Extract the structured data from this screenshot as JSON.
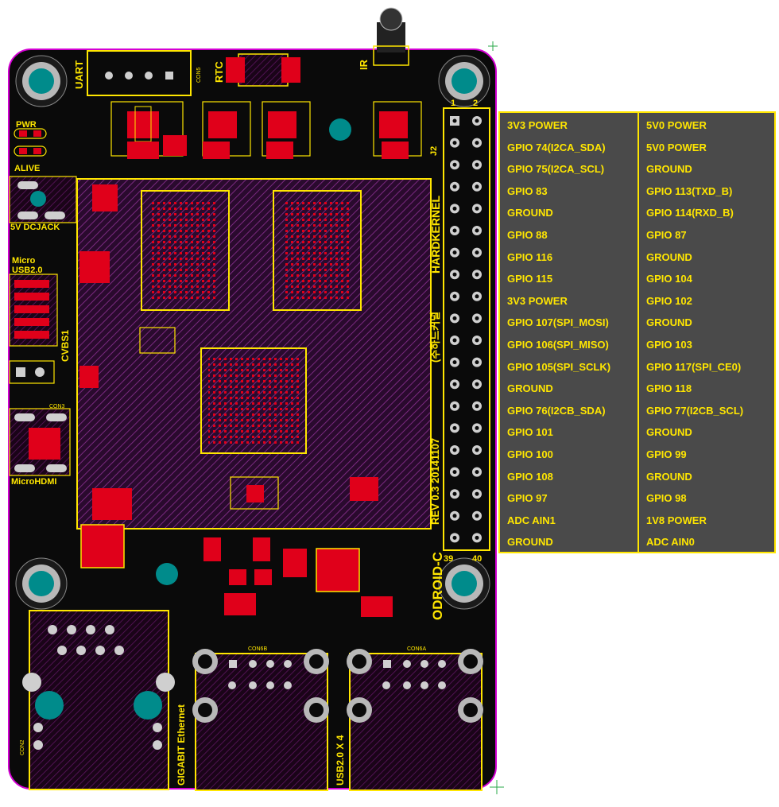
{
  "board": {
    "name": "ODROID-C",
    "revision": "REV 0.3 20141107",
    "maker_en": "HARDKERNEL",
    "maker_ko": "(주하드커널",
    "labels": {
      "uart": "UART",
      "rtc": "RTC",
      "ir": "IR",
      "pwr": "PWR",
      "alive": "ALIVE",
      "dcjack": "5V DCJACK",
      "micro": "Micro",
      "usb20": "USB2.0",
      "cvbs": "CVBS1",
      "microhdmi": "MicroHDMI",
      "gigabit": "GIGABIT Ethernet",
      "usbx4": "USB2.0 X 4",
      "header": "J2",
      "con5": "CON5",
      "con6a": "CON6A",
      "con6b": "CON6B",
      "con2": "CON2",
      "con3": "CON3",
      "pin1": "1",
      "pin2": "2",
      "pin39": "39",
      "pin40": "40"
    }
  },
  "pinout": {
    "left": [
      "3V3 POWER",
      "GPIO 74(I2CA_SDA)",
      "GPIO 75(I2CA_SCL)",
      "GPIO 83",
      "GROUND",
      "GPIO 88",
      "GPIO 116",
      "GPIO 115",
      "3V3 POWER",
      "GPIO 107(SPI_MOSI)",
      "GPIO 106(SPI_MISO)",
      "GPIO 105(SPI_SCLK)",
      "GROUND",
      "GPIO 76(I2CB_SDA)",
      "GPIO 101",
      "GPIO 100",
      "GPIO 108",
      "GPIO 97",
      "ADC AIN1",
      "GROUND"
    ],
    "right": [
      "5V0 POWER",
      "5V0 POWER",
      "GROUND",
      "GPIO 113(TXD_B)",
      "GPIO 114(RXD_B)",
      "GPIO 87",
      "GROUND",
      "GPIO 104",
      "GPIO 102",
      "GROUND",
      "GPIO 103",
      "GPIO 117(SPI_CE0)",
      "GPIO 118",
      "GPIO 77(I2CB_SCL)",
      "GROUND",
      "GPIO 99",
      "GROUND",
      "GPIO 98",
      "1V8 POWER",
      "ADC AIN0"
    ]
  },
  "colors": {
    "board": "#0a0a0a",
    "outline": "#d400d4",
    "silkscreen": "#ffe600",
    "copper": "#e0001a",
    "hole": "#008b8b",
    "hole_ring": "#b8b8b8",
    "hatch": "#5c1560",
    "table_bg": "#4a4a4a"
  }
}
